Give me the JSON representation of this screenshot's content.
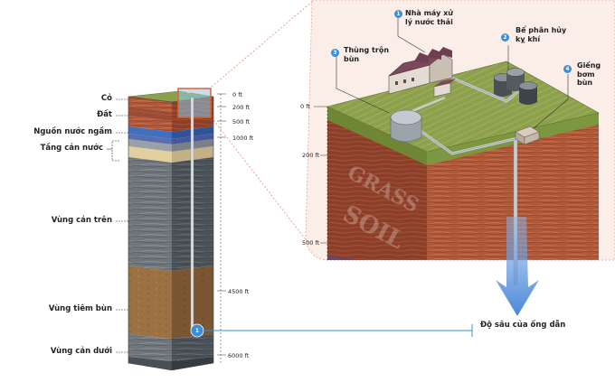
{
  "layers": [
    {
      "name": "Cỏ"
    },
    {
      "name": "Đất"
    },
    {
      "name": "Nguồn nước ngầm"
    },
    {
      "name": "Tầng cản nước"
    },
    {
      "name": "Vùng cản trên"
    },
    {
      "name": "Vùng tiêm bùn"
    },
    {
      "name": "Vùng cản dưới"
    }
  ],
  "column_depths": [
    "0 ft",
    "200 ft",
    "500 ft",
    "1000 ft",
    "4500 ft",
    "6000 ft"
  ],
  "zoom_depths": [
    "0 ft",
    "200 ft",
    "500 ft"
  ],
  "callouts": [
    {
      "number": "1",
      "label": "Nhà máy xử\nlý nước thải"
    },
    {
      "number": "2",
      "label": "Bể phân hủy\nkỵ khí"
    },
    {
      "number": "3",
      "label": "Thùng trộn\nbùn"
    },
    {
      "number": "4",
      "label": "Giếng\nbơm\nbùn"
    }
  ],
  "pipe_marker": {
    "number": "1"
  },
  "pipe_depth_label": "Độ sâu của ống dẫn",
  "watermarks": {
    "grass": "GRASS",
    "soil": "SOIL"
  },
  "colors": {
    "accent": "#3b8fd9",
    "highlight": "#e0622e",
    "grass": "#8da04e",
    "soil": "#b0583a",
    "water": "#3f6fc0"
  }
}
